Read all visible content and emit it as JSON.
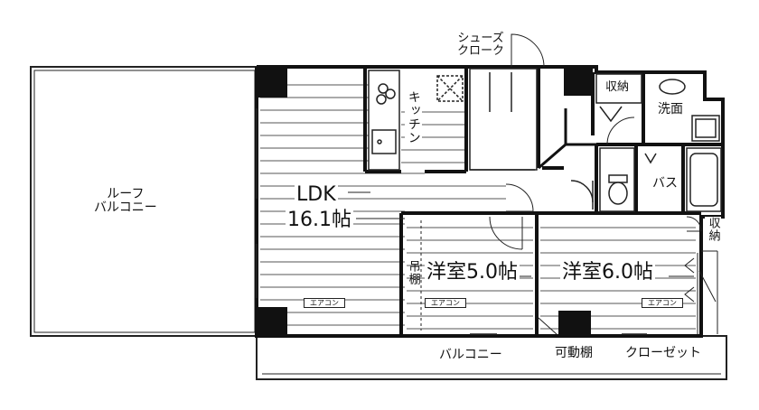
{
  "floor_plan": {
    "rooms": {
      "roof_balcony": "ルーフ\nバルコニー",
      "ldk": {
        "name": "LDK",
        "size": "16.1帖"
      },
      "western_room_1": "洋室5.0帖",
      "western_room_2": "洋室6.0帖",
      "kitchen": "キッチン",
      "bath": "バス",
      "washroom": "洗面",
      "balcony": "バルコニー"
    },
    "storage": {
      "shoe_closet": "シューズ\nクローク",
      "storage_top": "収納",
      "storage_right": "収納",
      "hanging_shelf": "吊棚",
      "movable_shelf": "可動棚",
      "closet": "クローゼット"
    },
    "aircon_label": "エアコン"
  }
}
